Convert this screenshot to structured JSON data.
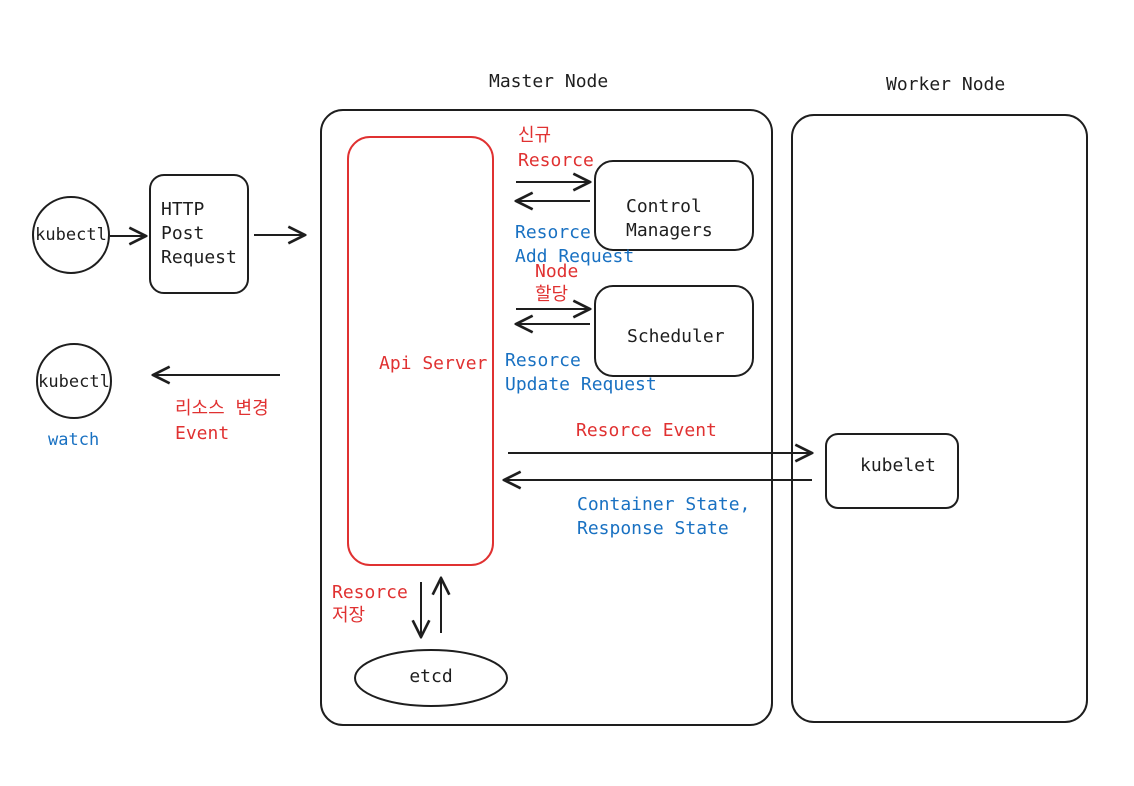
{
  "colors": {
    "ink": "#1e1e1e",
    "red": "#e03131",
    "blue": "#1971c2"
  },
  "sections": {
    "master_title": "Master Node",
    "worker_title": "Worker Node"
  },
  "nodes": {
    "kubectl_top": "kubectl",
    "http_line1": "HTTP",
    "http_line2": "Post",
    "http_line3": "Request",
    "kubectl_bottom": "kubectl",
    "watch": "watch",
    "api_server": "Api Server",
    "control_line1": "Control",
    "control_line2": "Managers",
    "scheduler": "Scheduler",
    "etcd": "etcd",
    "kubelet": "kubelet"
  },
  "edge_labels": {
    "new_line1": "신규",
    "new_line2": "Resorce",
    "add_line1": "Resorce",
    "add_line2": "Add Request",
    "node_line1": "Node",
    "node_line2": "할당",
    "update_line1": "Resorce",
    "update_line2": "Update Request",
    "change_line1": "리소스 변경",
    "change_line2": "Event",
    "resource_event": "Resorce Event",
    "container_line1": "Container State,",
    "container_line2": "Response State",
    "store_line1": "Resorce",
    "store_line2": "저장"
  }
}
